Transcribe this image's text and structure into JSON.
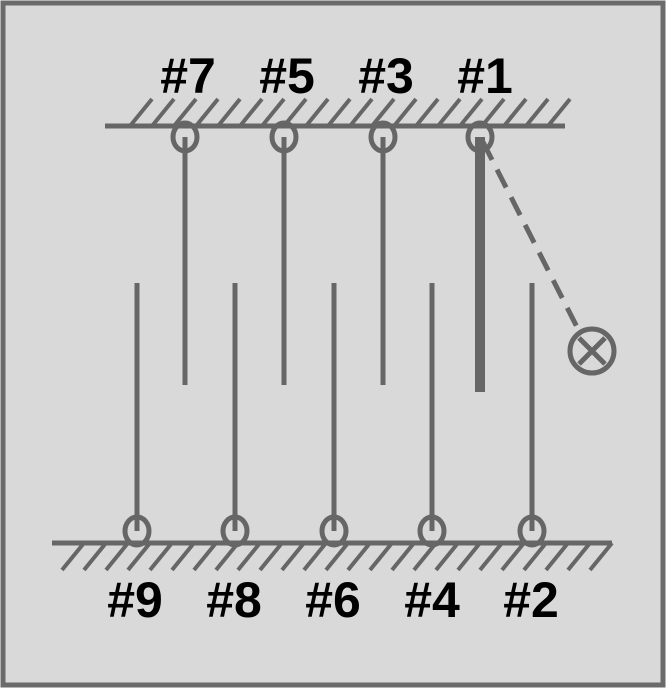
{
  "colors": {
    "background": "#d9d9d9",
    "border": "#6b6b6b",
    "stroke": "#666666",
    "label": "#000000"
  },
  "top_labels": [
    "#7",
    "#5",
    "#3",
    "#1"
  ],
  "bottom_labels": [
    "#9",
    "#8",
    "#6",
    "#4",
    "#2"
  ],
  "icons": {
    "detector": "circle-cross-icon"
  }
}
